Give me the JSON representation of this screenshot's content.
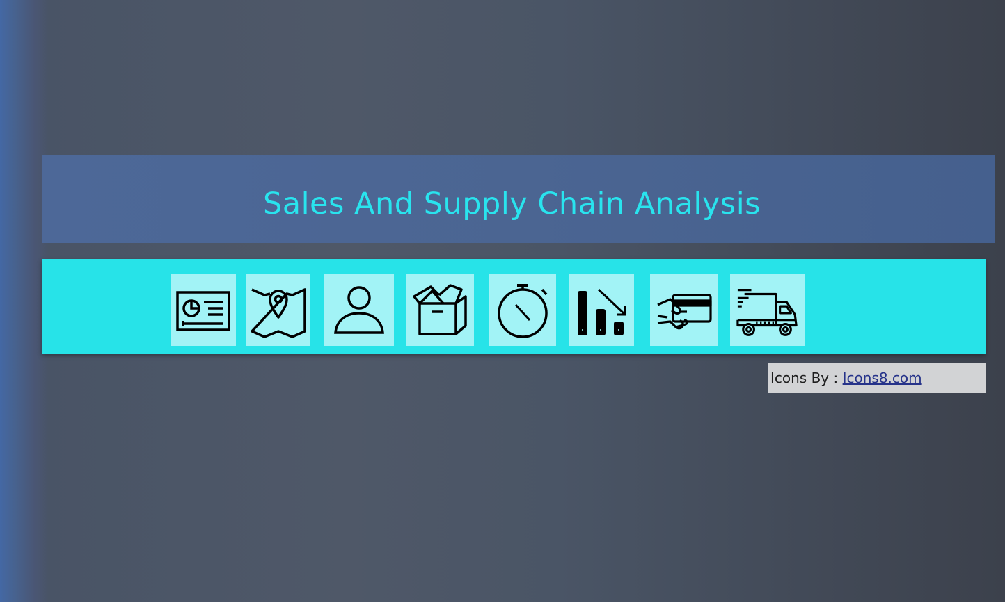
{
  "header": {
    "title": "Sales And Supply Chain Analysis"
  },
  "nav": {
    "icons": [
      {
        "name": "dashboard-icon"
      },
      {
        "name": "map-pin-icon"
      },
      {
        "name": "customer-icon"
      },
      {
        "name": "open-box-icon"
      },
      {
        "name": "stopwatch-icon"
      },
      {
        "name": "declining-chart-icon"
      },
      {
        "name": "card-payment-icon"
      },
      {
        "name": "delivery-truck-icon"
      }
    ]
  },
  "credit": {
    "prefix": "Icons By : ",
    "link_text": "Icons8.com"
  },
  "colors": {
    "title_text": "#29e4ee",
    "title_banner": "#4d6898",
    "icon_bar": "#27e3e8",
    "icon_tile": "#a2f3f6",
    "credit_box": "#d2d3d5",
    "link": "#26338a"
  }
}
